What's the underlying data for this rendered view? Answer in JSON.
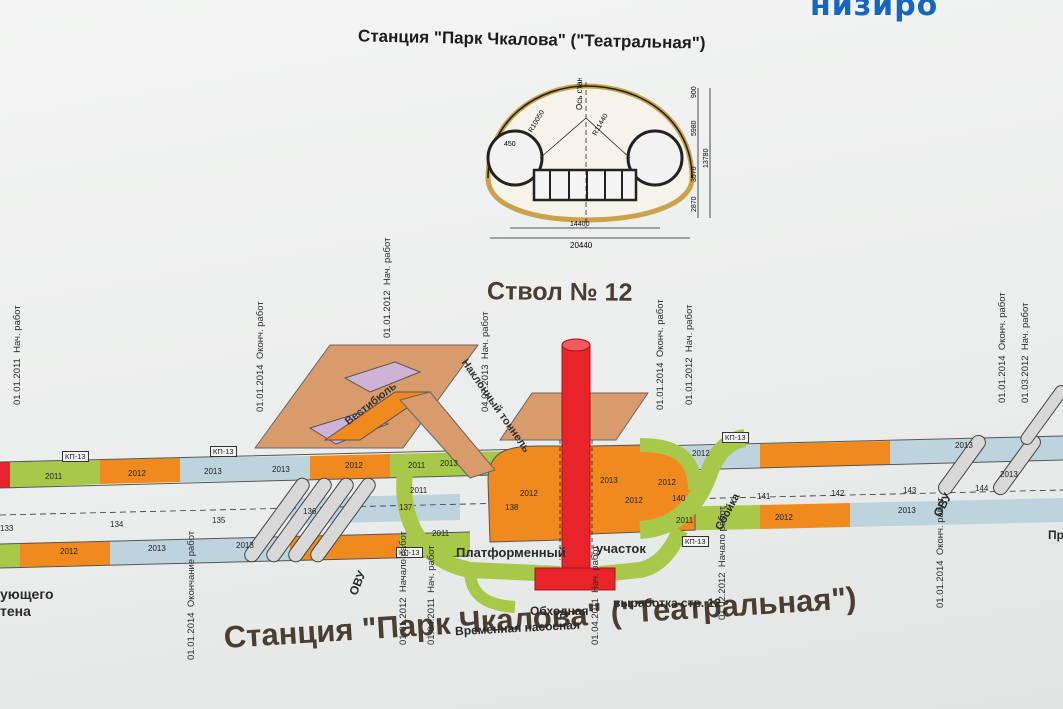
{
  "header": {
    "blue_text": "низиро",
    "station_title": "Станция \"Парк Чкалова\" (\"Театральная\")",
    "shaft_title": "Ствол № 12",
    "bottom_title": "Станция   \"Парк Чкалова\" (\"Театральная\")"
  },
  "section": {
    "axis_label": "Ось станции",
    "r_left": "R10050",
    "r_right": "R11440",
    "r_small": "450",
    "width_inner": "14400",
    "width_outer": "20440",
    "h1": "5980",
    "h2": "13780",
    "h3": "3570",
    "h4": "2870",
    "h5": "900"
  },
  "labels": {
    "vestibule": "Вестибюль",
    "incline": "Наклонный тоннель",
    "platform": "Платформенный",
    "platform2": "участок",
    "bypass": "Обходная",
    "pump": "Временная насосная",
    "shaft_dev": "выработка ств. 12",
    "ovu_left": "ОВУ",
    "ovu_right": "ОВУ",
    "crossover": "Сбойка",
    "existing1": "ующего",
    "existing2": "тена",
    "right_cut": "Пр"
  },
  "dates": [
    {
      "date": "01.01.2011",
      "text": "Нач. работ"
    },
    {
      "date": "01.01.2014",
      "text": "Оконч. работ"
    },
    {
      "date": "01.01.2012",
      "text": "Нач. работ"
    },
    {
      "date": "04.07.2013",
      "text": "Нач. работ"
    },
    {
      "date": "01.01.2014",
      "text": "Оконч. работ"
    },
    {
      "date": "01.01.2012",
      "text": "Нач. работ"
    },
    {
      "date": "01.01.2014",
      "text": "Оконч. работ"
    },
    {
      "date": "01.03.2012",
      "text": "Нач. работ"
    },
    {
      "date": "01.01.2014",
      "text": "Окончание работ"
    },
    {
      "date": "01.01.2012",
      "text": "Начало работ"
    },
    {
      "date": "01.04.2011",
      "text": "Нач. работ"
    },
    {
      "date": "01.04.2011",
      "text": "Нач. работ"
    },
    {
      "date": "01.02.2012",
      "text": "Начало работ"
    },
    {
      "date": "01.01.2014",
      "text": "Оконч. работ"
    }
  ],
  "pickets": [
    "133",
    "134",
    "135",
    "136",
    "137",
    "138",
    "140",
    "141",
    "142",
    "143",
    "144"
  ],
  "years": [
    "2011",
    "2012",
    "2013",
    "2012",
    "2013",
    "2013",
    "2012",
    "2013",
    "2011",
    "2012",
    "2012",
    "2013",
    "2013",
    "2012",
    "2013",
    "2011",
    "2011",
    "2012",
    "2013",
    "2013",
    "2011",
    "2012"
  ],
  "tags": [
    "КП-13",
    "КП-13",
    "КП-13",
    "КП-13",
    "КП-13"
  ],
  "colors": {
    "orange": "#f08a1e",
    "green": "#a8c84a",
    "blue": "#bdd3de",
    "red": "#e8232a",
    "tan": "#d99a6c",
    "title_brown": "#4a3d32",
    "title_blue": "#1566c0"
  }
}
